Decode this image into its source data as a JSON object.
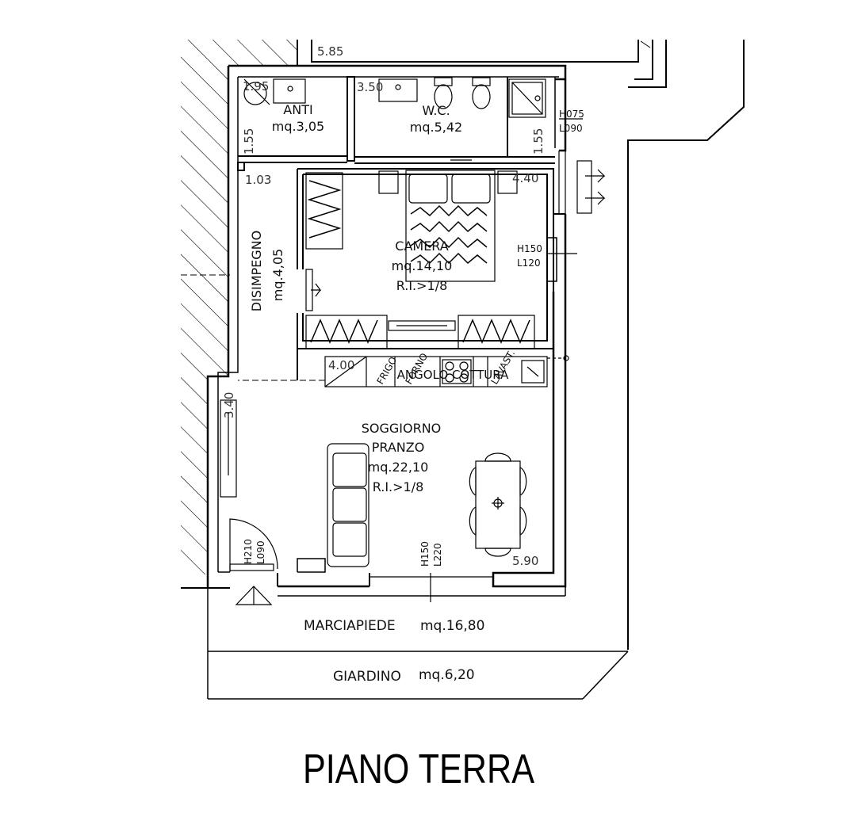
{
  "title": "PIANO TERRA",
  "rooms": {
    "anti": {
      "name": "ANTI",
      "area": "mq.3,05"
    },
    "wc": {
      "name": "W.C.",
      "area": "mq.5,42"
    },
    "camera": {
      "name": "CAMERA",
      "area": "mq.14,10",
      "ratio": "R.I.>1/8"
    },
    "disimpegno": {
      "name": "DISIMPEGNO",
      "area": "mq.4,05"
    },
    "angolo_cottura": {
      "name": "ANGOLO COTTURA"
    },
    "soggiorno": {
      "name1": "SOGGIORNO",
      "name2": "PRANZO",
      "area": "mq.22,10",
      "ratio": "R.I.>1/8"
    },
    "marciapiede": {
      "name": "MARCIAPIEDE",
      "area": "mq.16,80"
    },
    "giardino": {
      "name": "GIARDINO",
      "area": "mq.6,20"
    }
  },
  "kitchen_labels": {
    "frigo": "FRIGO",
    "forno": "FORNO",
    "lavast": "LAVAST."
  },
  "dimensions": {
    "d585": "5.85",
    "d195": "1.95",
    "d350": "3.50",
    "d155a": "1.55",
    "d155b": "1.55",
    "d103": "1.03",
    "d440a": "4.40",
    "d400": "4.00",
    "d340": "3.40",
    "d590": "5.90"
  },
  "openings": {
    "wc_window_h": "H075",
    "wc_window_l": "L090",
    "camera_window_h": "H150",
    "camera_window_l": "L120",
    "front_window_h": "H150",
    "front_window_l": "L220",
    "door_h": "H210",
    "door_l": "L090"
  }
}
